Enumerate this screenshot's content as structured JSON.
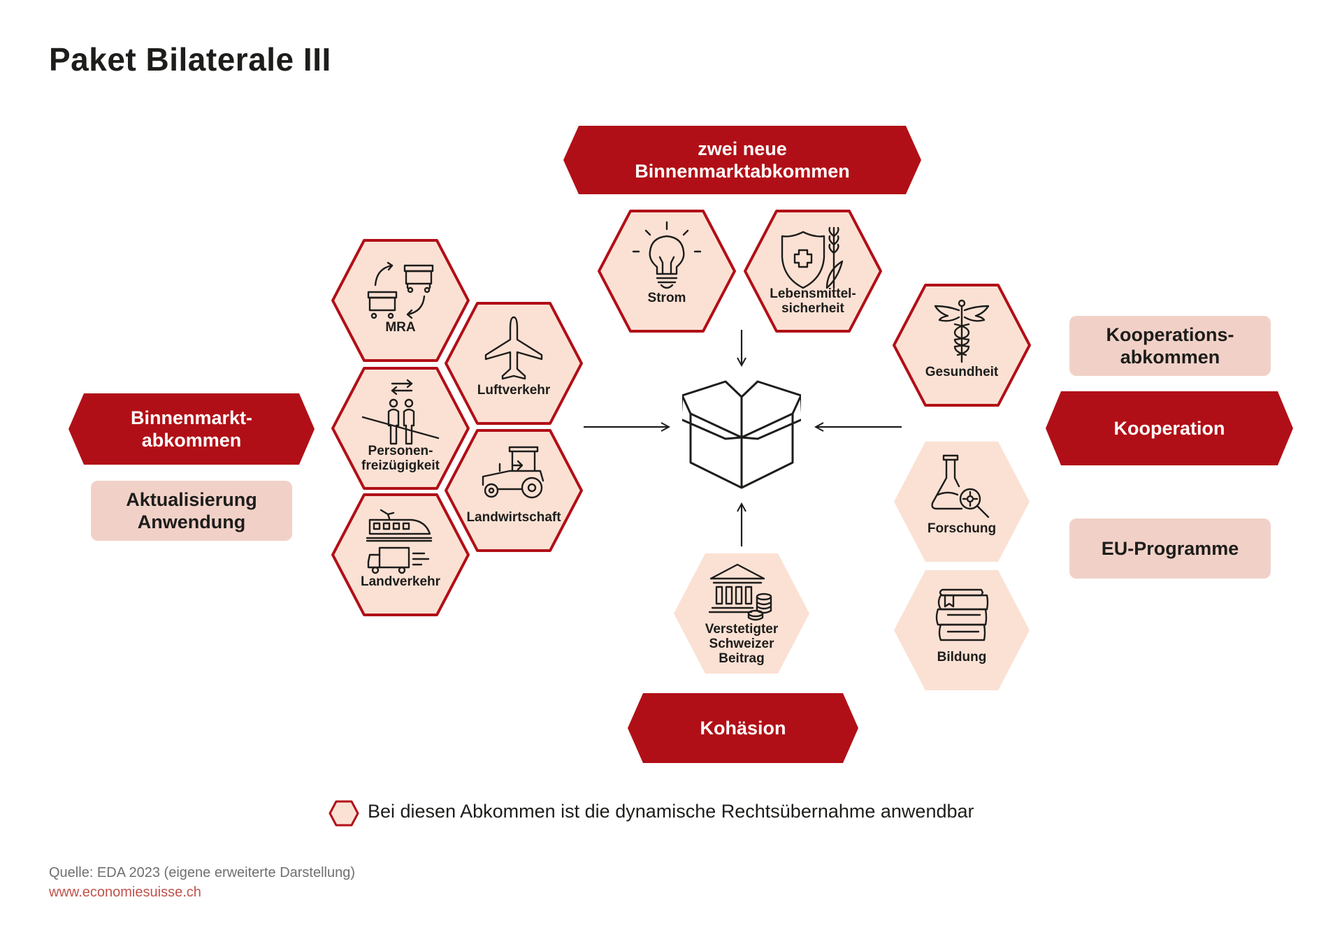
{
  "title": "Paket Bilaterale III",
  "groups": {
    "internal_market": {
      "tag": "Binnenmarkt-\nabkommen",
      "note": "Aktualisierung\nAnwendung"
    },
    "new_internal_market": {
      "tag": "zwei neue\nBinnenmarktabkommen"
    },
    "cooperation": {
      "tag": "Kooperation",
      "note_top": "Kooperations-\nabkommen",
      "note_bottom": "EU-Programme"
    },
    "cohesion": {
      "tag": "Kohäsion"
    }
  },
  "agreements": {
    "mra": {
      "label": "MRA",
      "icon": "market-stall-exchange-icon",
      "dynamic": true
    },
    "luftverkehr": {
      "label": "Luftverkehr",
      "icon": "airplane-icon",
      "dynamic": true
    },
    "personen": {
      "label": "Personen-\nfreizügigkeit",
      "icon": "people-crossing-icon",
      "dynamic": true
    },
    "landwirtschaft": {
      "label": "Landwirtschaft",
      "icon": "tractor-icon",
      "dynamic": true
    },
    "landverkehr": {
      "label": "Landverkehr",
      "icon": "train-truck-icon",
      "dynamic": true
    },
    "strom": {
      "label": "Strom",
      "icon": "light-bulb-icon",
      "dynamic": true
    },
    "lebensmittel": {
      "label": "Lebensmittel-\nsicherheit",
      "icon": "shield-wheat-icon",
      "dynamic": true
    },
    "gesundheit": {
      "label": "Gesundheit",
      "icon": "caduceus-icon",
      "dynamic": true
    },
    "forschung": {
      "label": "Forschung",
      "icon": "flask-magnifier-icon",
      "dynamic": false
    },
    "bildung": {
      "label": "Bildung",
      "icon": "books-icon",
      "dynamic": false
    },
    "beitrag": {
      "label": "Verstetigter\nSchweizer\nBeitrag",
      "icon": "bank-coins-icon",
      "dynamic": false
    }
  },
  "center_icon": "open-box-icon",
  "legend": {
    "text": "Bei diesen Abkommen ist die dynamische Rechtsübernahme anwendbar"
  },
  "source": "Quelle: EDA 2023 (eigene erweiterte Darstellung)",
  "website": "www.economiesuisse.ch",
  "colors": {
    "brand_red": "#b10f17",
    "hex_fill": "#fbe1d4",
    "pill_fill": "#f1d1c7",
    "text": "#1d1d1b"
  }
}
